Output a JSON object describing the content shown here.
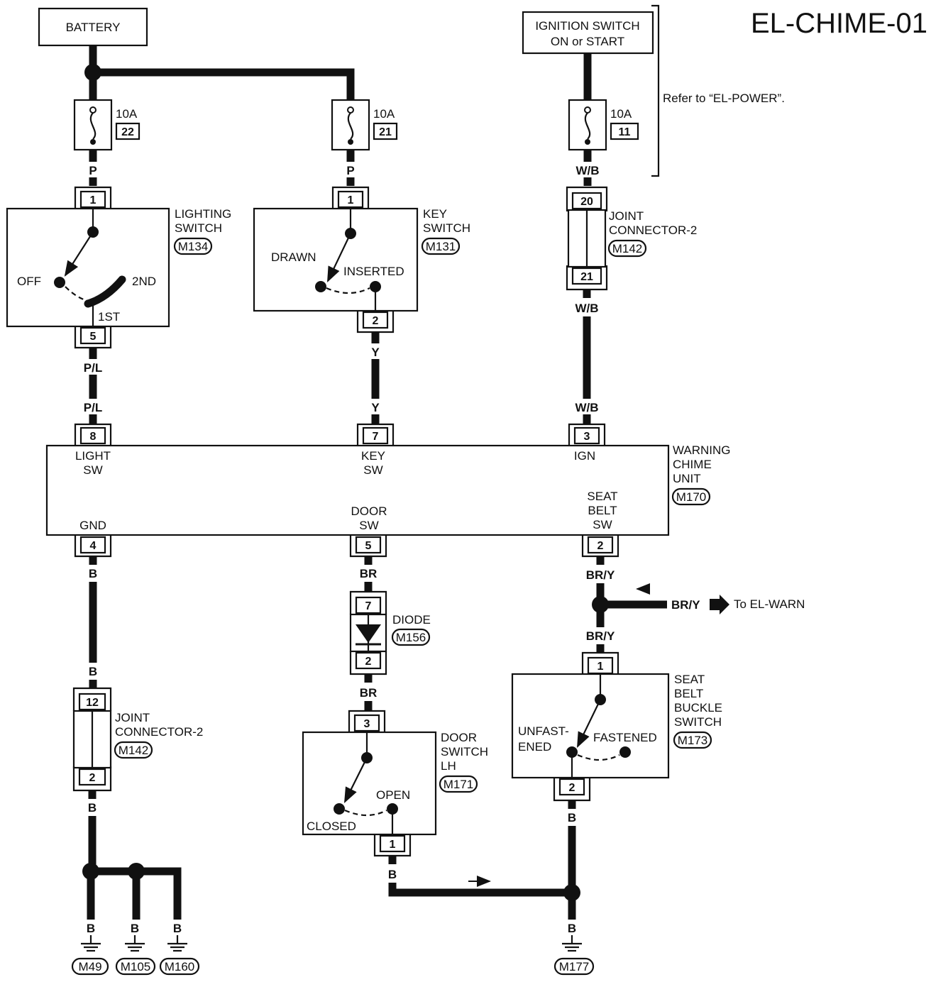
{
  "title": "EL-CHIME-01",
  "note": "Refer to “EL-POWER”.",
  "sources": {
    "battery": "BATTERY",
    "ignition_line1": "IGNITION SWITCH",
    "ignition_line2": "ON or START"
  },
  "fuses": [
    {
      "rating": "10A",
      "number": "22"
    },
    {
      "rating": "10A",
      "number": "21"
    },
    {
      "rating": "10A",
      "number": "11"
    }
  ],
  "wire_colors": {
    "p1": "P",
    "p2": "P",
    "wb1": "W/B",
    "wb2": "W/B",
    "wb3": "W/B",
    "pl1": "P/L",
    "pl2": "P/L",
    "y1": "Y",
    "y2": "Y",
    "b1": "B",
    "b2": "B",
    "b3": "B",
    "b4": "B",
    "b5": "B",
    "b6": "B",
    "b7": "B",
    "b8": "B",
    "b9": "B",
    "br1": "BR",
    "br2": "BR",
    "bry1": "BR/Y",
    "bry2": "BR/Y",
    "bry3": "BR/Y"
  },
  "lighting_switch": {
    "name_line1": "LIGHTING",
    "name_line2": "SWITCH",
    "connector": "M134",
    "pin_in": "1",
    "pin_out": "5",
    "pos_off": "OFF",
    "pos_2nd": "2ND",
    "pos_1st": "1ST"
  },
  "key_switch": {
    "name_line1": "KEY",
    "name_line2": "SWITCH",
    "connector": "M131",
    "pin_in": "1",
    "pin_out": "2",
    "pos_drawn": "DRAWN",
    "pos_inserted": "INSERTED"
  },
  "joint_connector_top": {
    "name_line1": "JOINT",
    "name_line2": "CONNECTOR-2",
    "connector": "M142",
    "pin_in": "20",
    "pin_out": "21"
  },
  "warning_chime_unit": {
    "name_line1": "WARNING",
    "name_line2": "CHIME",
    "name_line3": "UNIT",
    "connector": "M170",
    "pin_light": "8",
    "pin_key": "7",
    "pin_ign": "3",
    "pin_gnd": "4",
    "pin_door": "5",
    "pin_seat": "2",
    "label_light1": "LIGHT",
    "label_light2": "SW",
    "label_key1": "KEY",
    "label_key2": "SW",
    "label_ign": "IGN",
    "label_gnd": "GND",
    "label_door1": "DOOR",
    "label_door2": "SW",
    "label_seat1": "SEAT",
    "label_seat2": "BELT",
    "label_seat3": "SW"
  },
  "to_el_warn": "To EL-WARN",
  "diode": {
    "name": "DIODE",
    "connector": "M156",
    "pin_in": "7",
    "pin_out": "2"
  },
  "door_switch": {
    "name_line1": "DOOR",
    "name_line2": "SWITCH",
    "name_line3": "LH",
    "connector": "M171",
    "pin_in": "3",
    "pin_out": "1",
    "pos_closed": "CLOSED",
    "pos_open": "OPEN"
  },
  "seat_belt_switch": {
    "name_line1": "SEAT",
    "name_line2": "BELT",
    "name_line3": "BUCKLE",
    "name_line4": "SWITCH",
    "connector": "M173",
    "pin_in": "1",
    "pin_out": "2",
    "pos_unfast1": "UNFAST-",
    "pos_unfast2": "ENED",
    "pos_fastened": "FASTENED"
  },
  "joint_connector_bottom": {
    "name_line1": "JOINT",
    "name_line2": "CONNECTOR-2",
    "connector": "M142",
    "pin_in": "12",
    "pin_out": "2"
  },
  "grounds": [
    "M49",
    "M105",
    "M160",
    "M177"
  ]
}
